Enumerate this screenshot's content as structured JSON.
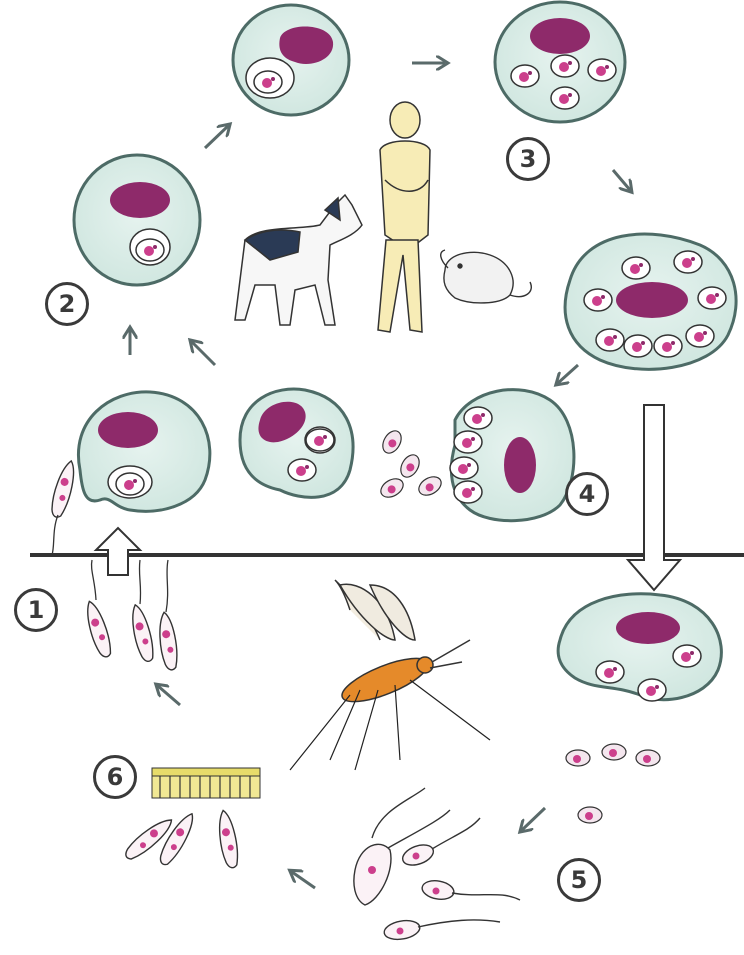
{
  "step_labels": [
    "1",
    "2",
    "3",
    "4",
    "5",
    "6"
  ],
  "colors": {
    "cell_fill": "#ddeee9",
    "cell_outline": "#4d6b66",
    "nucleus": "#8e2a6a",
    "parasite_dot": "#cc3f8c",
    "arrow": "#5a6a6a",
    "skin_line": "#333333",
    "human_skin": "#f7ecb6",
    "gut_lining": "#e7dc6a",
    "mosquito_body": "#e58a2a"
  },
  "icons": [
    "human-figure-icon",
    "dog-icon",
    "rodent-icon",
    "sandfly-icon"
  ]
}
